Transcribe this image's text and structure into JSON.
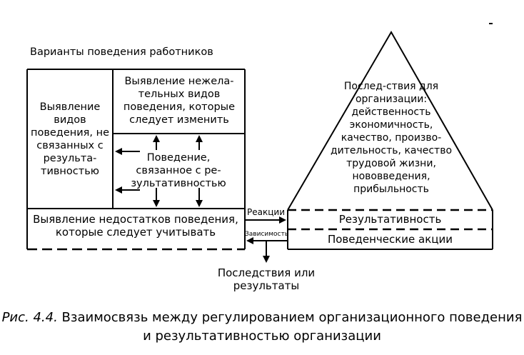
{
  "title_variants": "Варианты поведения работников",
  "box_left": "Выявление видов поведения, не связанных с результа-тивностью",
  "box_top_right": "Выявление нежела-тельных видов поведения, которые следует изменить",
  "box_middle": "Поведение, связанное с ре-зультативностью",
  "box_bottom": "Выявление недостатков поведения, которые следует учитывать",
  "pyramid_text": "Послед-ствия для организации: действенность экономичность, качество, произво-дительность, качество трудовой жизни, нововведения, прибыльность",
  "layer_results": "Результативность",
  "layer_actions": "Поведенческие акции",
  "label_reactions": "Реакции",
  "label_dependence": "Зависимость",
  "outcome": "Последствия или результаты",
  "caption_prefix": "Рис. 4.4.",
  "caption_text": "Взаимосвязь между регулированием организационного поведения и результативностью организации"
}
